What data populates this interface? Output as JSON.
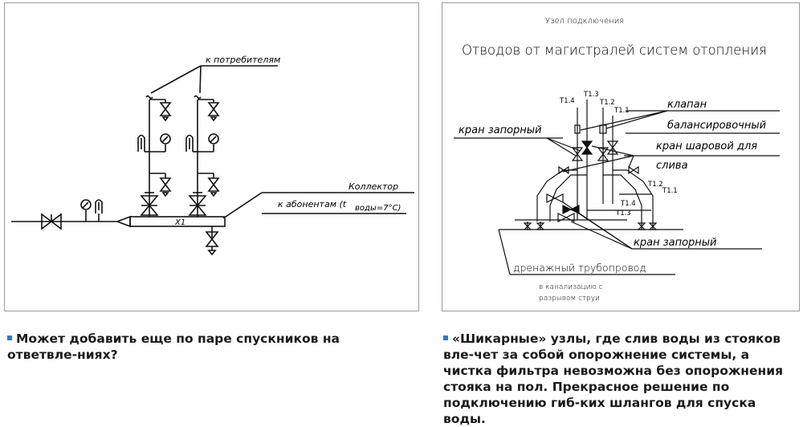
{
  "left_diagram": {
    "label_consumers": "к потребителям",
    "label_collector": "Коллектор",
    "label_subscribers": "к абонентам (t",
    "label_water": "воды=7°С)",
    "label_x1": "X1"
  },
  "right_diagram": {
    "title_small": "Узел подключения",
    "title_large": "Отводов от магистралей систем отопления",
    "label_valve_shutoff_top": "кран запорный",
    "label_balancing_1": "клапан",
    "label_balancing_2": "балансировочный",
    "label_ball_valve_1": "кран шаровой для",
    "label_ball_valve_2": "слива",
    "label_valve_shutoff_bottom": "кран запорный",
    "label_drain": "дренажный трубопровод",
    "label_sewer_1": "в канализацию с",
    "label_sewer_2": "разрывом струи",
    "t14": "Т1.4",
    "t13": "Т1.3",
    "t12": "Т1.2",
    "t11": "Т1.1",
    "t12b": "Т1.2",
    "t11b": "Т1.1",
    "t14b": "Т1.4",
    "t13b": "Т1.3"
  },
  "captions": {
    "left": "Может добавить еще по паре спускников на ответвле-ниях?",
    "right": "«Шикарные» узлы, где слив воды из стояков вле-чет за собой опорожнение системы, а чистка фильтра невозможна без опорожнения стояка на пол. Прекрасное решение по подключению гиб-ких шлангов для спуска воды."
  }
}
